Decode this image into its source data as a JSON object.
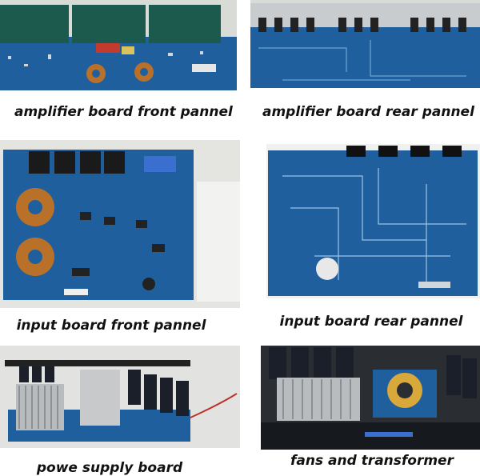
{
  "captions": {
    "amp_front": "amplifier board front pannel",
    "amp_rear": "amplifier board rear pannel",
    "input_front": "input board front pannel",
    "input_rear": "input board rear pannel",
    "psu": "powe supply board",
    "fans": "fans  and transformer"
  },
  "colors": {
    "pcb_blue": "#1f5f9e",
    "pcb_dark": "#123f6f",
    "heatsink": "#b9bcbf",
    "copper": "#b9712a",
    "capacitor": "#1a1f2a"
  }
}
